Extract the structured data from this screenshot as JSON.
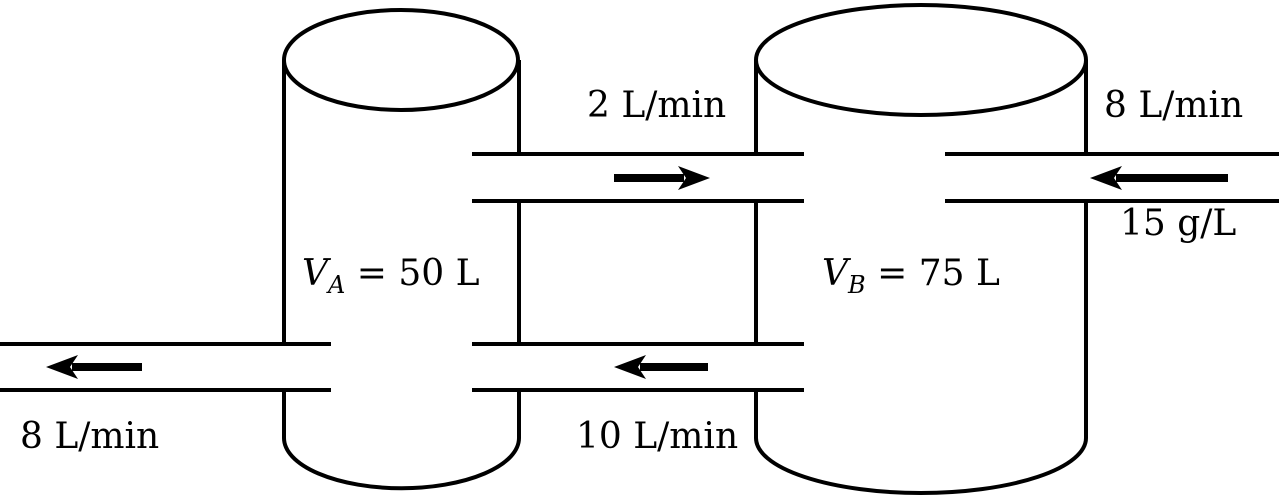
{
  "tanks": [
    {
      "id": "A",
      "symbol": "V",
      "subscript": "A",
      "equals": " = ",
      "volume": "50 L"
    },
    {
      "id": "B",
      "symbol": "V",
      "subscript": "B",
      "equals": " = ",
      "volume": "75 L"
    }
  ],
  "flows": {
    "a_to_b_rate": "2 L/min",
    "inflow_rate": "8 L/min",
    "inflow_concentration": "15 g/L",
    "b_to_a_rate": "10 L/min",
    "outflow_rate": "8 L/min"
  },
  "colors": {
    "ink": "#000000",
    "background": "#ffffff"
  }
}
